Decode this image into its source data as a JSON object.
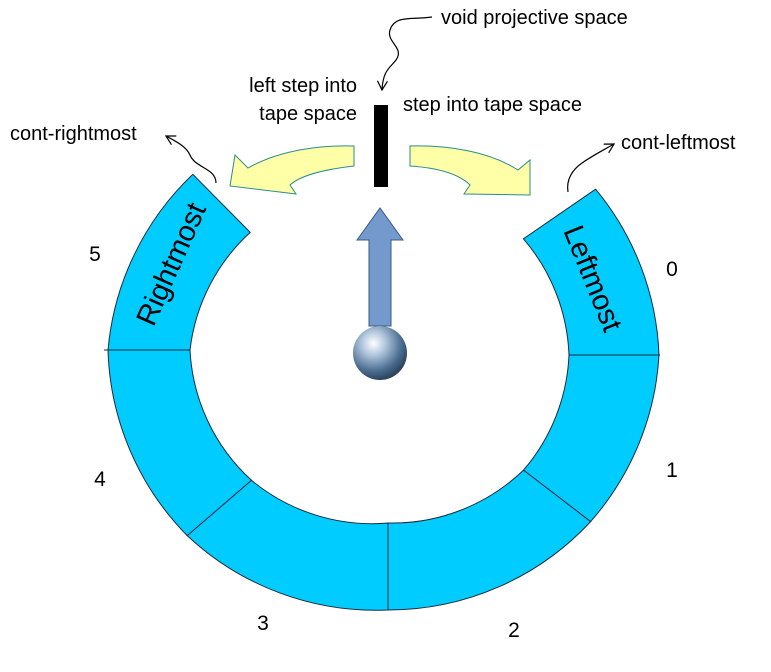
{
  "labels": {
    "void_space": "void projective space",
    "left_step_line1": "left step into",
    "left_step_line2": "tape space",
    "step_into": "step into tape space",
    "cont_rightmost": "cont-rightmost",
    "cont_leftmost": "cont-leftmost",
    "rightmost": "Rightmost",
    "leftmost": "Leftmost"
  },
  "indices": [
    "0",
    "1",
    "2",
    "3",
    "4",
    "5"
  ],
  "colors": {
    "ring_fill": "#00ccff",
    "ring_stroke": "#1a2b3c",
    "curved_arrow_fill": "#ffffa8",
    "curved_arrow_stroke": "#2e8b8b",
    "up_arrow_fill": "#7499cc",
    "up_arrow_stroke": "#3d5a80",
    "bar_fill": "#000000"
  }
}
